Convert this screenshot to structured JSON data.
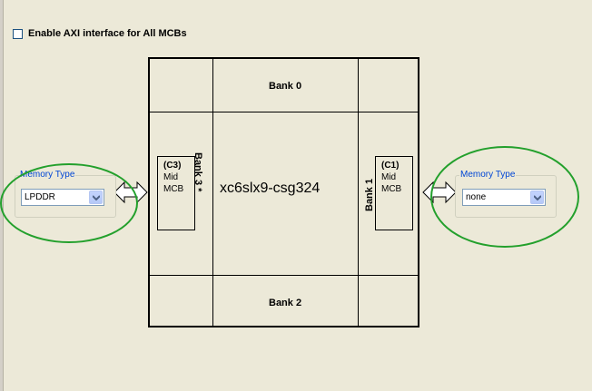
{
  "axi_checkbox": {
    "label": "Enable AXI interface for All MCBs",
    "checked": false
  },
  "chip": {
    "name": "xc6slx9-csg324",
    "bank0": "Bank 0",
    "bank1": "Bank 1",
    "bank2": "Bank 2",
    "bank3": "Bank 3 *"
  },
  "mcb_left": {
    "id": "(C3)",
    "line1": "Mid",
    "line2": "MCB"
  },
  "mcb_right": {
    "id": "(C1)",
    "line1": "Mid",
    "line2": "MCB"
  },
  "memory_left": {
    "legend": "Memory Type",
    "value": "LPDDR"
  },
  "memory_right": {
    "legend": "Memory Type",
    "value": "none"
  },
  "colors": {
    "highlight": "#23a02c",
    "legend": "#0046d5"
  }
}
